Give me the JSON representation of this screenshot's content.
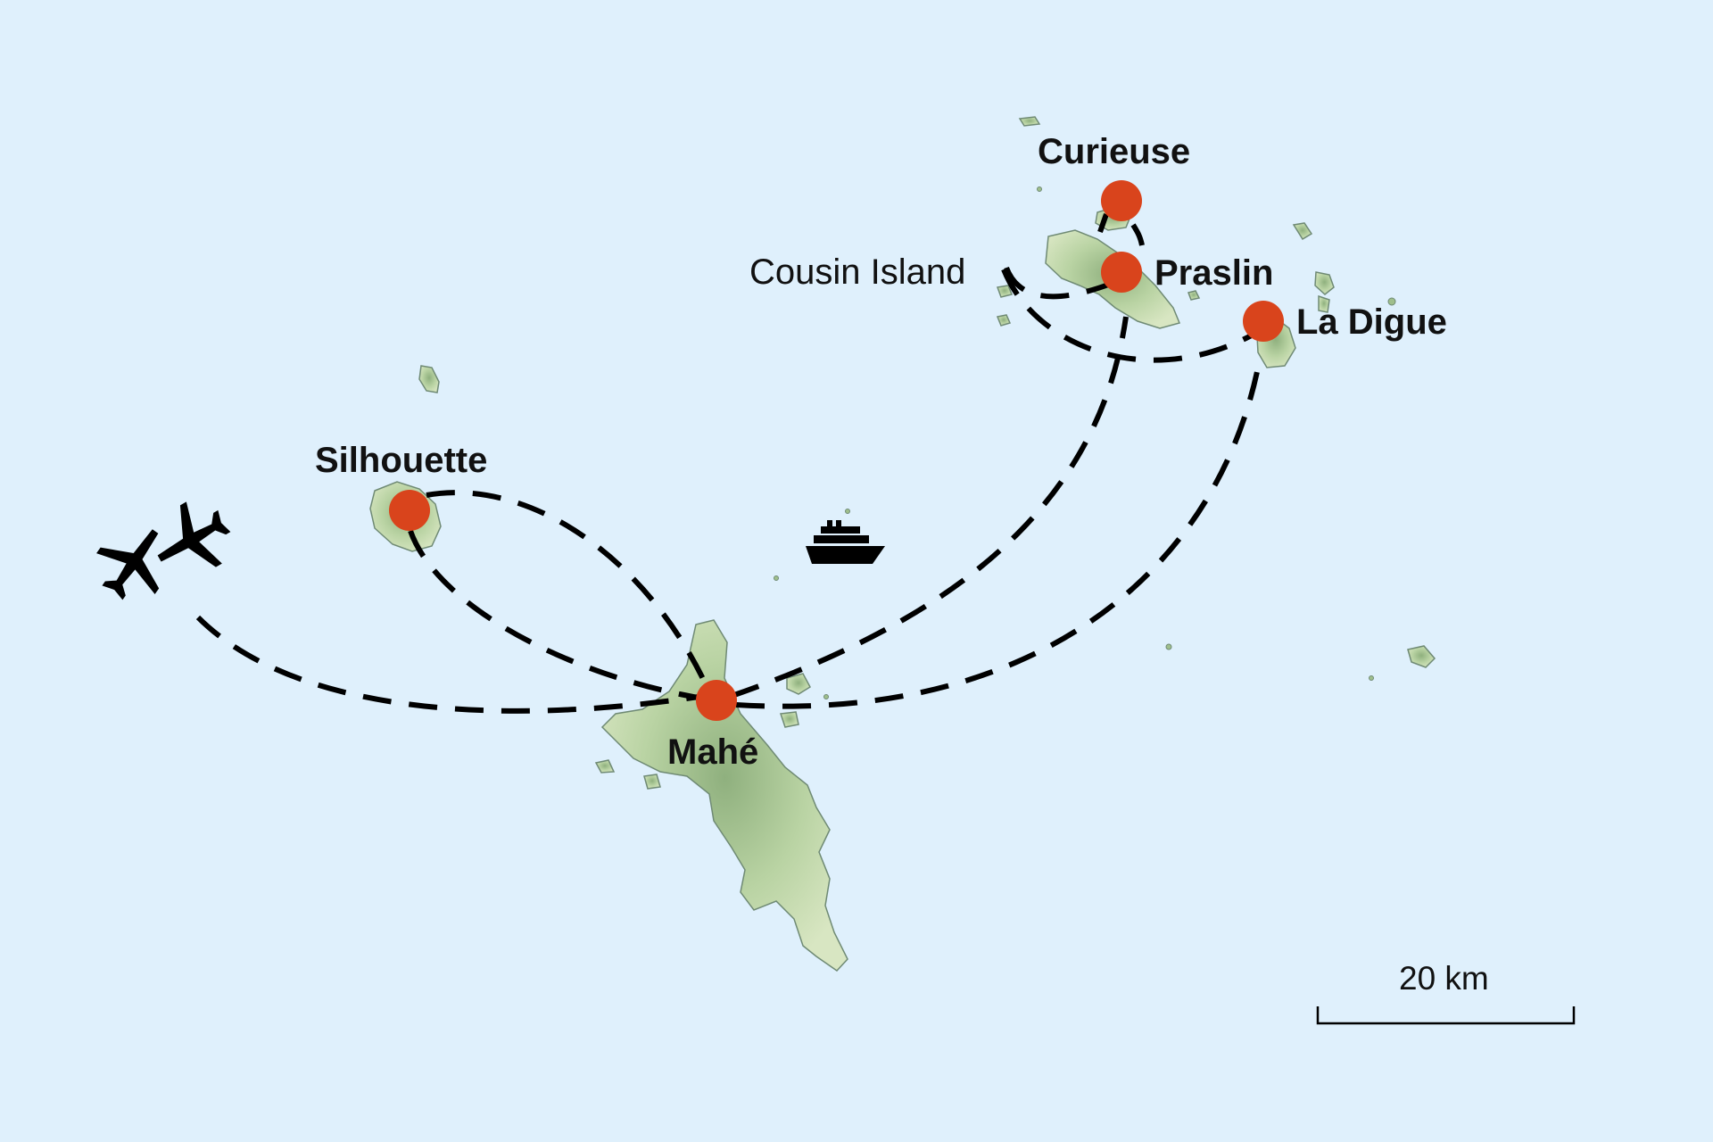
{
  "colors": {
    "sea": "#dff0fc",
    "marker": "#d9441c",
    "route": "#000000",
    "land_low": "#c9dcae",
    "land_high": "#9fbf8c"
  },
  "islands": {
    "curieuse": "Curieuse",
    "cousin": "Cousin Island",
    "praslin": "Praslin",
    "la_digue": "La Digue",
    "silhouette": "Silhouette",
    "mahe": "Mahé"
  },
  "icons": {
    "airplanes": "airplanes-icon",
    "ferry": "ferry-ship-icon"
  },
  "scale_bar": {
    "label": "20 km"
  }
}
